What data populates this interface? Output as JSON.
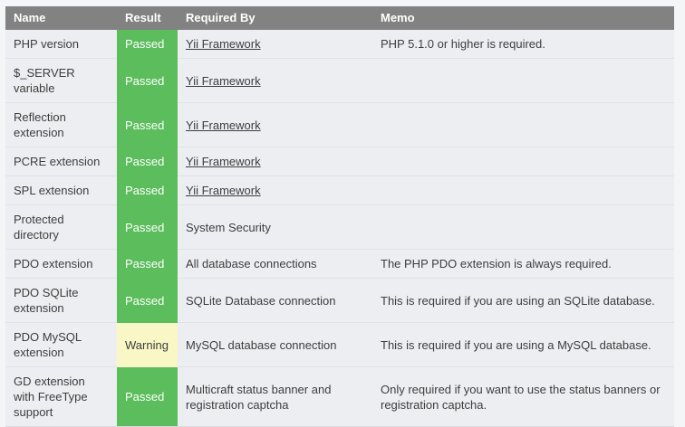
{
  "table": {
    "name": "system-requirements-check",
    "columns": [
      "Name",
      "Result",
      "Required By",
      "Memo"
    ],
    "colors": {
      "header_bg": "#828282",
      "header_text": "#ffffff",
      "row_bg": "#edeef1",
      "passed_bg": "#5cbd5c",
      "passed_text": "#ffffff",
      "warning_bg": "#f9f7c6",
      "warning_text": "#3d3d3d",
      "row_border": "#e1e2e6"
    },
    "rows": [
      {
        "name": "PHP version",
        "result": "Passed",
        "status": "passed",
        "required_by": "Yii Framework",
        "required_by_is_link": true,
        "memo": "PHP 5.1.0 or higher is required."
      },
      {
        "name": "$_SERVER variable",
        "result": "Passed",
        "status": "passed",
        "required_by": "Yii Framework",
        "required_by_is_link": true,
        "memo": ""
      },
      {
        "name": "Reflection extension",
        "result": "Passed",
        "status": "passed",
        "required_by": "Yii Framework",
        "required_by_is_link": true,
        "memo": ""
      },
      {
        "name": "PCRE extension",
        "result": "Passed",
        "status": "passed",
        "required_by": "Yii Framework",
        "required_by_is_link": true,
        "memo": ""
      },
      {
        "name": "SPL extension",
        "result": "Passed",
        "status": "passed",
        "required_by": "Yii Framework",
        "required_by_is_link": true,
        "memo": ""
      },
      {
        "name": "Protected directory",
        "result": "Passed",
        "status": "passed",
        "required_by": "System Security",
        "required_by_is_link": false,
        "memo": ""
      },
      {
        "name": "PDO extension",
        "result": "Passed",
        "status": "passed",
        "required_by": "All database connections",
        "required_by_is_link": false,
        "memo": "The PHP PDO extension is always required."
      },
      {
        "name": "PDO SQLite extension",
        "result": "Passed",
        "status": "passed",
        "required_by": "SQLite Database connection",
        "required_by_is_link": false,
        "memo": "This is required if you are using an SQLite database."
      },
      {
        "name": "PDO MySQL extension",
        "result": "Warning",
        "status": "warning",
        "required_by": "MySQL database connection",
        "required_by_is_link": false,
        "memo": "This is required if you are using a MySQL database."
      },
      {
        "name": "GD extension with FreeType support",
        "result": "Passed",
        "status": "passed",
        "required_by": "Multicraft status banner and registration captcha",
        "required_by_is_link": false,
        "memo": "Only required if you want to use the status banners or registration captcha."
      }
    ]
  }
}
